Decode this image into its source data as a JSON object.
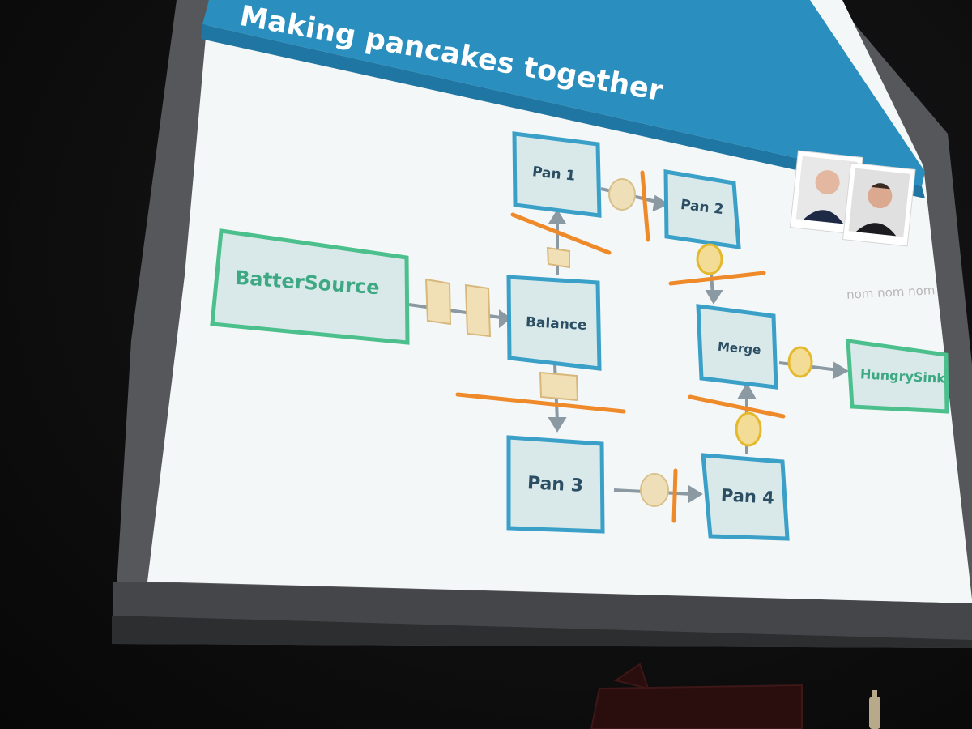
{
  "slide": {
    "title": "Making pancakes together",
    "caption": "nom nom nom"
  },
  "nodes": {
    "batter_source": "BatterSource",
    "balance": "Balance",
    "pan1": "Pan 1",
    "pan2": "Pan 2",
    "pan3": "Pan 3",
    "pan4": "Pan 4",
    "merge": "Merge",
    "hungry_sink": "HungrySink"
  },
  "colors": {
    "slide_bg": "#f4f7f8",
    "header_blue": "#2a8fbe",
    "box_fill": "#d9e9ea",
    "box_border_blue": "#3aa0c8",
    "box_border_green": "#4bbf8c",
    "barrier_orange": "#ef8a2a",
    "pancake": "#eedfb8",
    "batter": "#f1dfb6",
    "arrow_gray": "#8b99a3"
  },
  "icons": [
    "presenter-photo-1",
    "presenter-photo-2",
    "arrow-icon",
    "pancake-icon",
    "batter-block-icon"
  ]
}
